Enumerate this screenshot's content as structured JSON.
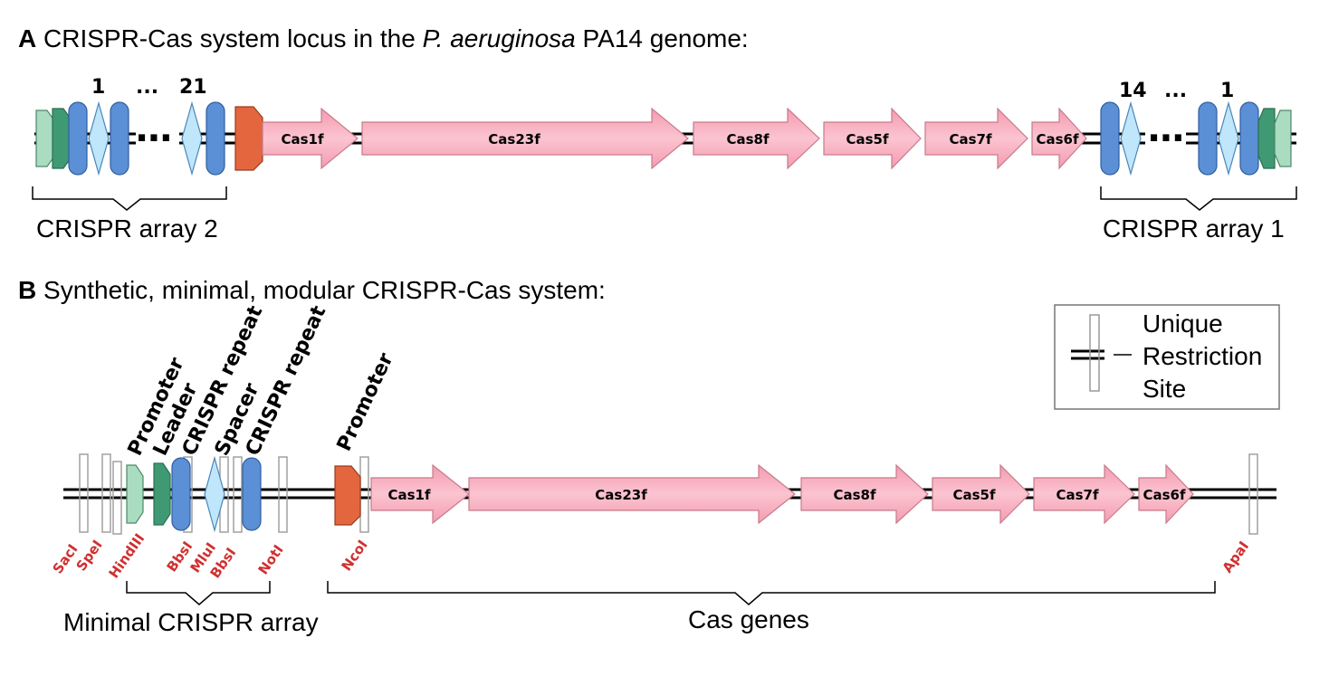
{
  "colors": {
    "gene_fill": "#f7a8b8",
    "gene_stroke": "#c77a8c",
    "repeat_fill": "#5b8fd6",
    "spacer_fill": "#bfe6fb",
    "leader_fill": "#3f9a73",
    "leader_light_fill": "#a9dcc0",
    "promoter_fill": "#e4663e",
    "restriction_site_text": "#d03030"
  },
  "panel_a": {
    "letter": "A",
    "title_part1": " CRISPR-Cas system locus in the ",
    "title_species": "P. aeruginosa",
    "title_part2": " PA14 genome:",
    "array2_numbers": [
      "1",
      "...",
      "21"
    ],
    "array1_numbers": [
      "14",
      "...",
      "1"
    ],
    "genes": [
      "Cas1f",
      "Cas23f",
      "Cas8f",
      "Cas5f",
      "Cas7f",
      "Cas6f"
    ],
    "array2_label": "CRISPR array 2",
    "array1_label": "CRISPR array 1",
    "ellipsis": "⋯"
  },
  "panel_b": {
    "letter": "B",
    "title": " Synthetic, minimal, modular CRISPR-Cas system:",
    "element_labels": [
      "Promoter",
      "Leader",
      "CRISPR repeat",
      "Spacer",
      "CRISPR repeat",
      "Promoter"
    ],
    "genes": [
      "Cas1f",
      "Cas23f",
      "Cas8f",
      "Cas5f",
      "Cas7f",
      "Cas6f"
    ],
    "restriction_sites": [
      "SacI",
      "SpeI",
      "HindIII",
      "BbsI",
      "MluI",
      "BbsI",
      "NotI",
      "NcoI",
      "ApaI"
    ],
    "minimal_array_label": "Minimal CRISPR array",
    "cas_genes_label": "Cas genes"
  },
  "legend": {
    "line1": "Unique",
    "line2": "Restriction",
    "line3": "Site"
  }
}
